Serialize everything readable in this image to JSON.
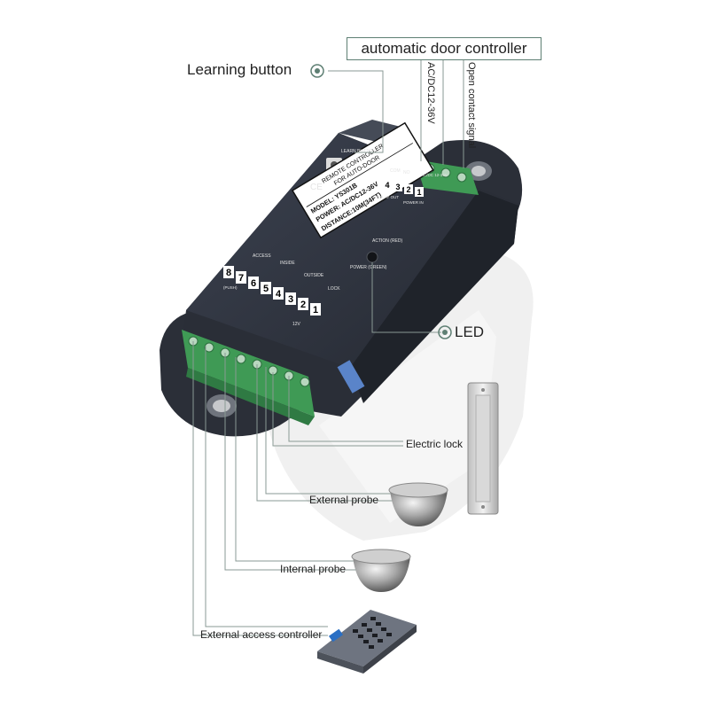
{
  "title": "automatic door controller",
  "labels": {
    "learning_button": "Learning button",
    "led": "LED",
    "power_input": "AC/DC12-36V",
    "open_contact": "Open contact signal",
    "electric_lock": "Electric lock",
    "external_probe": "External probe",
    "internal_probe": "Internal probe",
    "external_access": "External access controller"
  },
  "device": {
    "learn_button": "LEARN BUTTON",
    "ce": "CE",
    "label_line1": "REMOTE CONTROLLER",
    "label_line2": "FOR AUTO-DOOR",
    "model": "MODEL: YS301B",
    "power": "POWER:  AC/DC12-36V",
    "distance": "DISTANCE:10M(34FT)",
    "action_led": "ACTION (RED)",
    "power_led": "POWER (GREEN)",
    "top_com": "COM",
    "top_no": "NO",
    "top_acdc": "AC/DC 12-36V",
    "relay_out": "RELAY OUT",
    "power_in": "POWER IN",
    "top_terminals": [
      "4",
      "3",
      "2",
      "1"
    ],
    "access": "ACCESS",
    "inside": "INSIDE",
    "outside": "OUTSIDE",
    "lock": "LOCK",
    "push": "(PUSH)",
    "twelve_v": "12V",
    "bottom_terminals": [
      "8",
      "7",
      "6",
      "5",
      "4",
      "3",
      "2",
      "1"
    ]
  },
  "colors": {
    "accent": "#5e7f73",
    "terminal_green": "#3f9a55",
    "device_body": "#353b48"
  }
}
